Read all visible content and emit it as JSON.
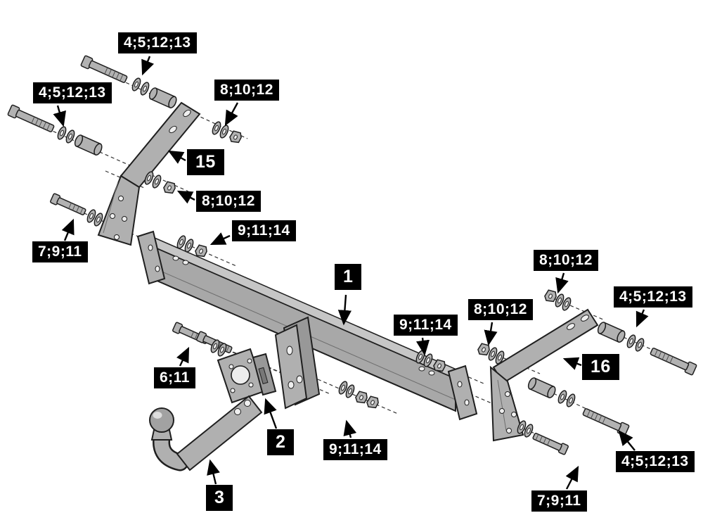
{
  "diagram": {
    "type": "exploded-assembly-diagram",
    "subject": "Towbar / tow hitch exploded parts diagram",
    "background": "#ffffff",
    "label_style": {
      "bg": "#000000",
      "text": "#ffffff"
    }
  },
  "labels": [
    {
      "text": "4;5;12;13"
    },
    {
      "text": "4;5;12;13"
    },
    {
      "text": "8;10;12"
    },
    {
      "text": "15"
    },
    {
      "text": "8;10;12"
    },
    {
      "text": "9;11;14"
    },
    {
      "text": "7;9;11"
    },
    {
      "text": "1"
    },
    {
      "text": "8;10;12"
    },
    {
      "text": "8;10;12"
    },
    {
      "text": "4;5;12;13"
    },
    {
      "text": "9;11;14"
    },
    {
      "text": "16"
    },
    {
      "text": "6;11"
    },
    {
      "text": "2"
    },
    {
      "text": "9;11;14"
    },
    {
      "text": "4;5;12;13"
    },
    {
      "text": "3"
    },
    {
      "text": "7;9;11"
    }
  ]
}
